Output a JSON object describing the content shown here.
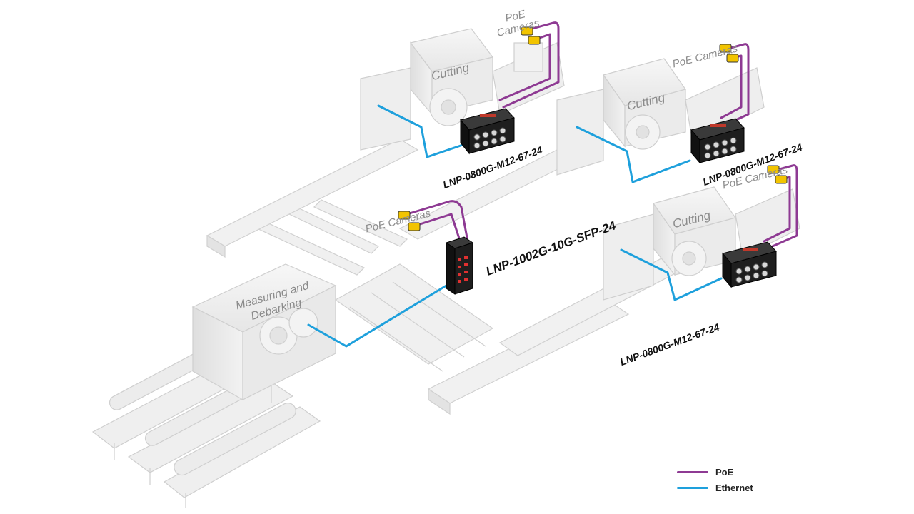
{
  "colors": {
    "poe": "#8e3a93",
    "ethernet": "#1ea0dc",
    "machine": "#ececec",
    "machine_edge": "#cfcfcf",
    "switch_body": "#1e1e1e",
    "camera": "#f2c400"
  },
  "stations": {
    "cutting_1": "Cutting",
    "cutting_2": "Cutting",
    "cutting_3": "Cutting",
    "measuring": "Measuring and\nDebarking"
  },
  "camera_labels": {
    "cam_1": "PoE\nCameras",
    "cam_2": "PoE Cameras",
    "cam_3": "PoE Cameras",
    "cam_4": "PoE Cameras"
  },
  "models": {
    "switch_1": "LNP-0800G-M12-67-24",
    "switch_2": "LNP-0800G-M12-67-24",
    "switch_3": "LNP-0800G-M12-67-24",
    "switch_main": "LNP-1002G-10G-SFP-24"
  },
  "legend": {
    "poe": "PoE",
    "ethernet": "Ethernet"
  },
  "icons": {
    "camera": "camera-icon",
    "switch": "network-switch-icon"
  }
}
